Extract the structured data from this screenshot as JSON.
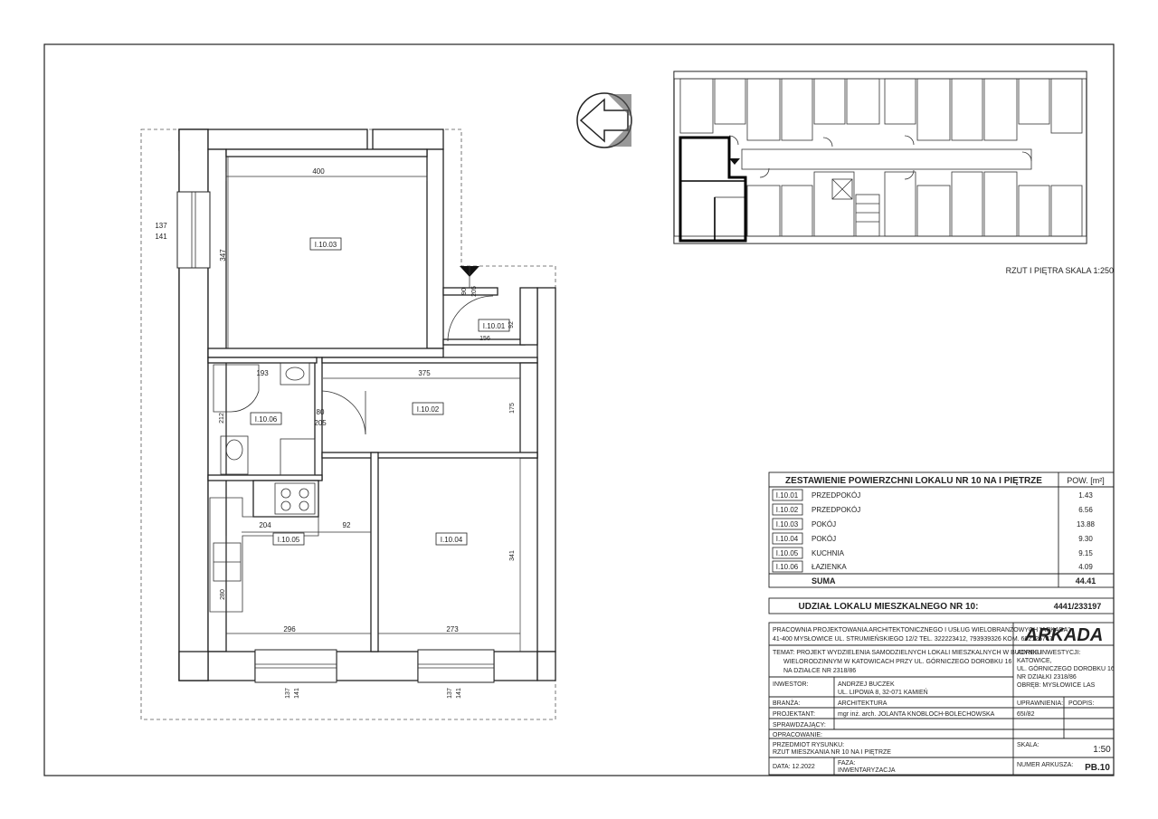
{
  "plan": {
    "rooms": [
      {
        "id": "I.10.01"
      },
      {
        "id": "I.10.02"
      },
      {
        "id": "I.10.03"
      },
      {
        "id": "I.10.04"
      },
      {
        "id": "I.10.05"
      },
      {
        "id": "I.10.06"
      }
    ],
    "dims": {
      "d400": "400",
      "d347": "347",
      "d137a": "137",
      "d141a": "141",
      "d90": "90",
      "d205a": "205",
      "d92a": "92",
      "d156": "156",
      "d193": "193",
      "d375": "375",
      "d212": "212",
      "d80": "80",
      "d205b": "205",
      "d175": "175",
      "d204": "204",
      "d92b": "92",
      "d341": "341",
      "d280": "280",
      "d296": "296",
      "d273": "273",
      "d137b": "137",
      "d141b": "141",
      "d137c": "137",
      "d141c": "141"
    }
  },
  "key_plan": {
    "caption": "RZUT I PIĘTRA SKALA 1:250"
  },
  "area_table": {
    "title": "ZESTAWIENIE POWIERZCHNI LOKALU NR 10 NA I PIĘTRZE",
    "unit_header": "POW. [m²]",
    "rows": [
      {
        "id": "I.10.01",
        "name": "PRZEDPOKÓJ",
        "area": "1.43"
      },
      {
        "id": "I.10.02",
        "name": "PRZEDPOKÓJ",
        "area": "6.56"
      },
      {
        "id": "I.10.03",
        "name": "POKÓJ",
        "area": "13.88"
      },
      {
        "id": "I.10.04",
        "name": "POKÓJ",
        "area": "9.30"
      },
      {
        "id": "I.10.05",
        "name": "KUCHNIA",
        "area": "9.15"
      },
      {
        "id": "I.10.06",
        "name": "ŁAZIENKA",
        "area": "4.09"
      }
    ],
    "sum_label": "SUMA",
    "sum_value": "44.41"
  },
  "share": {
    "label": "UDZIAŁ LOKALU MIESZKALNEGO NR 10:",
    "value": "4441/233197"
  },
  "title_block": {
    "office_line1": "PRACOWNIA PROJEKTOWANIA ARCHITEKTONICZNEGO I USŁUG WIELOBRANŻOWYCH \"ARKADA\"",
    "office_line2": "41-400 MYSŁOWICE UL. STRUMIEŃSKIEGO 12/2  TEL. 322223412, 793939326 KOM. 602126747",
    "logo": "ARKADA",
    "topic_1": "TEMAT: PROJEKT WYDZIELENIA SAMODZIELNYCH LOKALI MIESZKALNYCH W BUDYNKU",
    "topic_2": "WIELORODZINNYM W KATOWICACH PRZY UL. GÓRNICZEGO DOROBKU 16",
    "topic_3": "NA DZIAŁCE NR 2318/86",
    "address_1": "ADRES INWESTYCJI:",
    "address_2": "KATOWICE,",
    "address_3": "UL. GÓRNICZEGO DOROBKU 16",
    "address_4": "NR DZIAŁKI 2318/86",
    "address_5": "OBRĘB: MYSŁOWICE LAS",
    "investor_label": "INWESTOR:",
    "investor_1": "ANDRZEJ BUCZEK",
    "investor_2": "UL. LIPOWA 8, 32-071 KAMIEŃ",
    "branch_label": "BRANŻA:",
    "branch_value": "ARCHITEKTURA",
    "perm_label": "UPRAWNIENIA:",
    "sign_label": "PODPIS:",
    "designer_label": "PROJEKTANT:",
    "designer_value": "mgr inż. arch. JOLANTA KNOBLOCH-BOLECHOWSKA",
    "perm_value": "65I/82",
    "checked_label": "SPRAWDZAJĄCY:",
    "prepared_label": "OPRACOWANIE:",
    "subject_label": "PRZEDMIOT RYSUNKU:",
    "subject_value": "RZUT MIESZKANIA NR 10 NA I PIĘTRZE",
    "scale_label": "SKALA:",
    "scale_value": "1:50",
    "date_value": "DATA: 12.2022",
    "phase_label": "FAZA:",
    "phase_value": "INWENTARYZACJA",
    "sheet_label": "NUMER ARKUSZA:",
    "sheet_value": "PB.10"
  }
}
